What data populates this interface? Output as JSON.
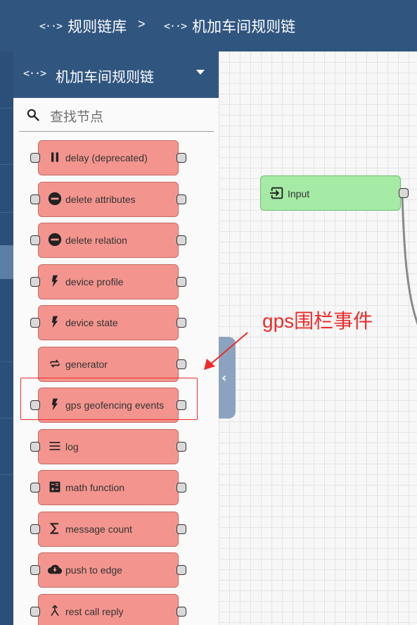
{
  "breadcrumb": {
    "items": [
      "规则链库",
      "机加车间规则链"
    ],
    "separator": ">"
  },
  "sidebar": {
    "title": "机加车间规则链",
    "search_placeholder": "查找节点",
    "nodes": [
      {
        "label": "delay (deprecated)",
        "icon": "pause-icon"
      },
      {
        "label": "delete attributes",
        "icon": "minus-circle-icon"
      },
      {
        "label": "delete relation",
        "icon": "minus-circle-icon"
      },
      {
        "label": "device profile",
        "icon": "bolt-icon"
      },
      {
        "label": "device state",
        "icon": "bolt-icon"
      },
      {
        "label": "generator",
        "icon": "repeat-icon"
      },
      {
        "label": "gps geofencing events",
        "icon": "bolt-icon"
      },
      {
        "label": "log",
        "icon": "menu-icon"
      },
      {
        "label": "math function",
        "icon": "calculator-icon"
      },
      {
        "label": "message count",
        "icon": "sigma-icon"
      },
      {
        "label": "push to edge",
        "icon": "cloud-download-icon"
      },
      {
        "label": "rest call reply",
        "icon": "merge-icon"
      }
    ]
  },
  "canvas": {
    "input_node": {
      "label": "Input",
      "icon": "input-icon"
    }
  },
  "annotation": {
    "text": "gps围栏事件",
    "color": "#ee2b2b"
  },
  "colors": {
    "header": "#305680",
    "node_action": "#f3958e",
    "node_input": "#a5eaa5"
  }
}
